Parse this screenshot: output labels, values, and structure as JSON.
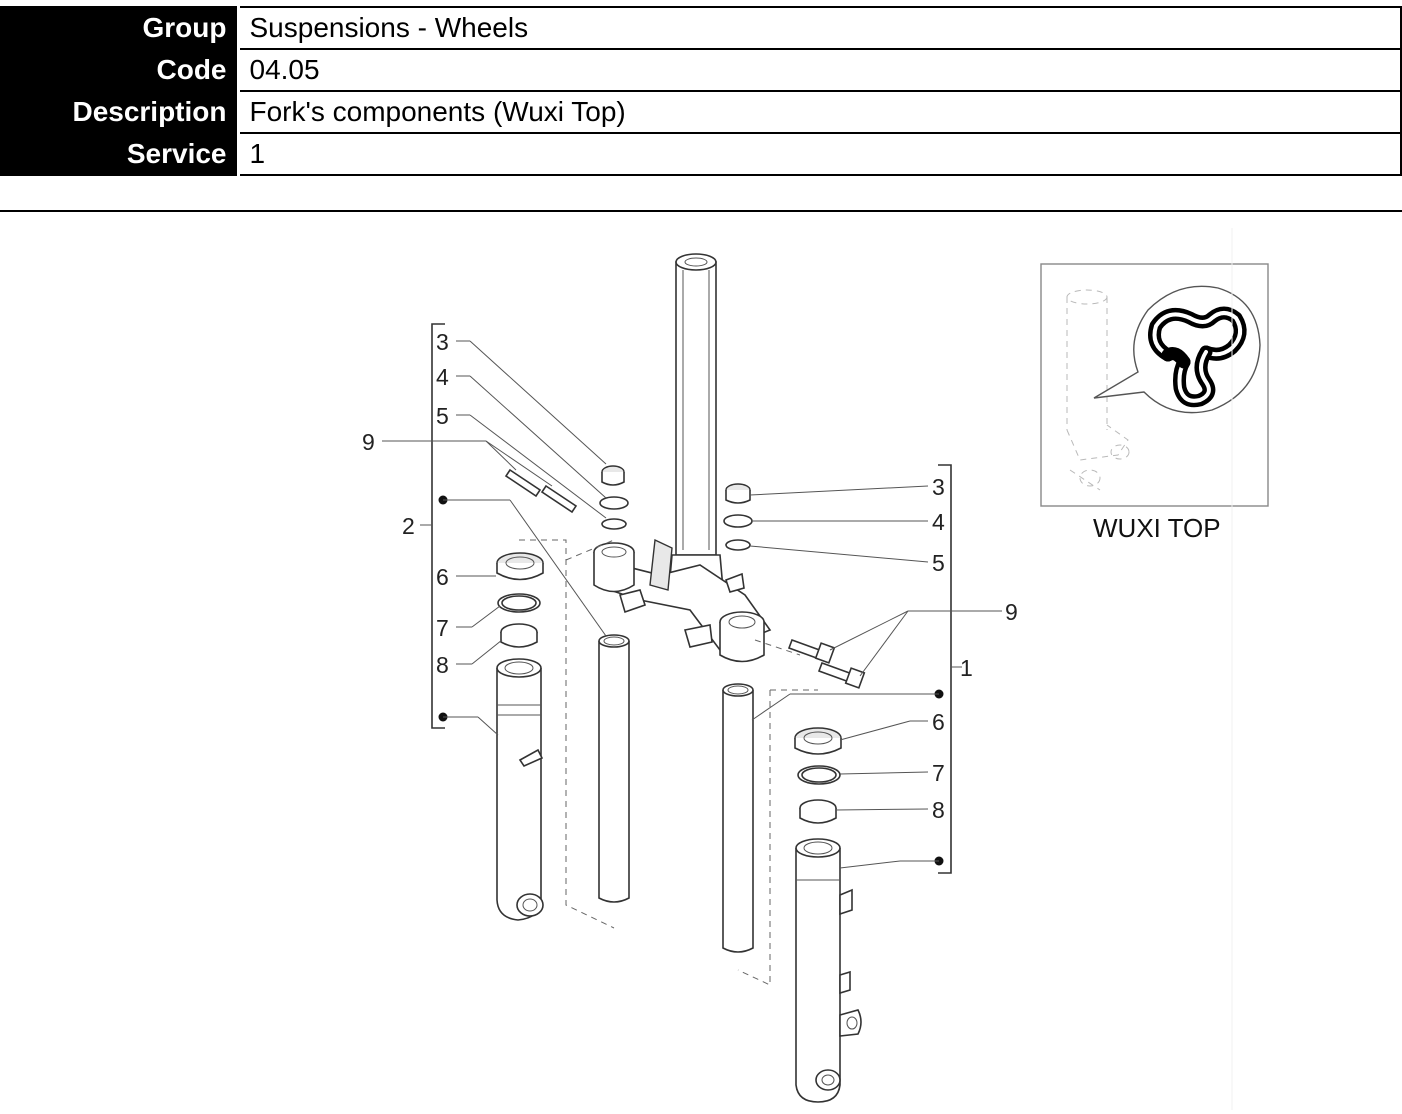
{
  "info": {
    "rows": [
      {
        "key": "Group",
        "value": "Suspensions - Wheels"
      },
      {
        "key": "Code",
        "value": "04.05"
      },
      {
        "key": "Description",
        "value": "Fork's components (Wuxi Top)"
      },
      {
        "key": "Service",
        "value": "1"
      }
    ]
  },
  "diagram": {
    "callouts": {
      "left": [
        "3",
        "4",
        "5",
        "9",
        "2",
        "6",
        "7",
        "8"
      ],
      "right": [
        "3",
        "4",
        "5",
        "9",
        "1",
        "6",
        "7",
        "8"
      ]
    },
    "inset_label": "WUXI TOP"
  }
}
